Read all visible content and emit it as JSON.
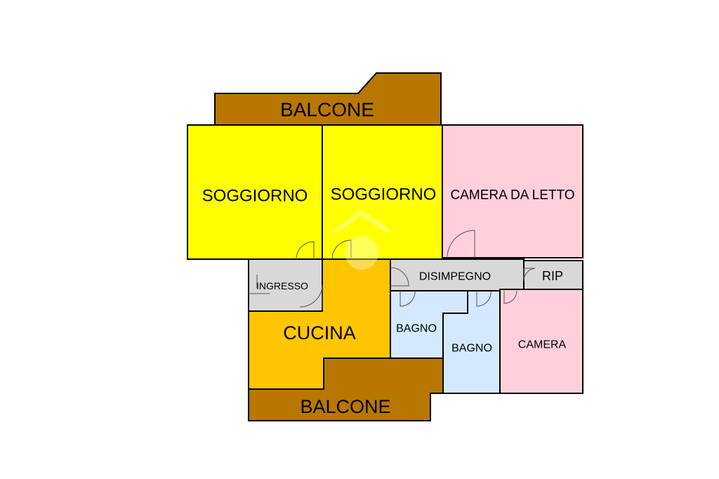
{
  "plan": {
    "rooms": {
      "balcone_top": "BALCONE",
      "soggiorno_left": "SOGGIORNO",
      "soggiorno_right": "SOGGIORNO",
      "camera_da_letto": "CAMERA DA LETTO",
      "ingresso": "INGRESSO",
      "disimpegno": "DISIMPEGNO",
      "rip": "RIP",
      "cucina": "CUCINA",
      "bagno_left": "BAGNO",
      "bagno_right": "BAGNO",
      "camera": "CAMERA",
      "balcone_bottom": "BALCONE"
    },
    "colors": {
      "balcone": "#b87700",
      "soggiorno": "#ffff00",
      "camera": "#ffd0dc",
      "service": "#d8d8d8",
      "cucina": "#ffc600",
      "bagno": "#d4e8ff"
    }
  }
}
